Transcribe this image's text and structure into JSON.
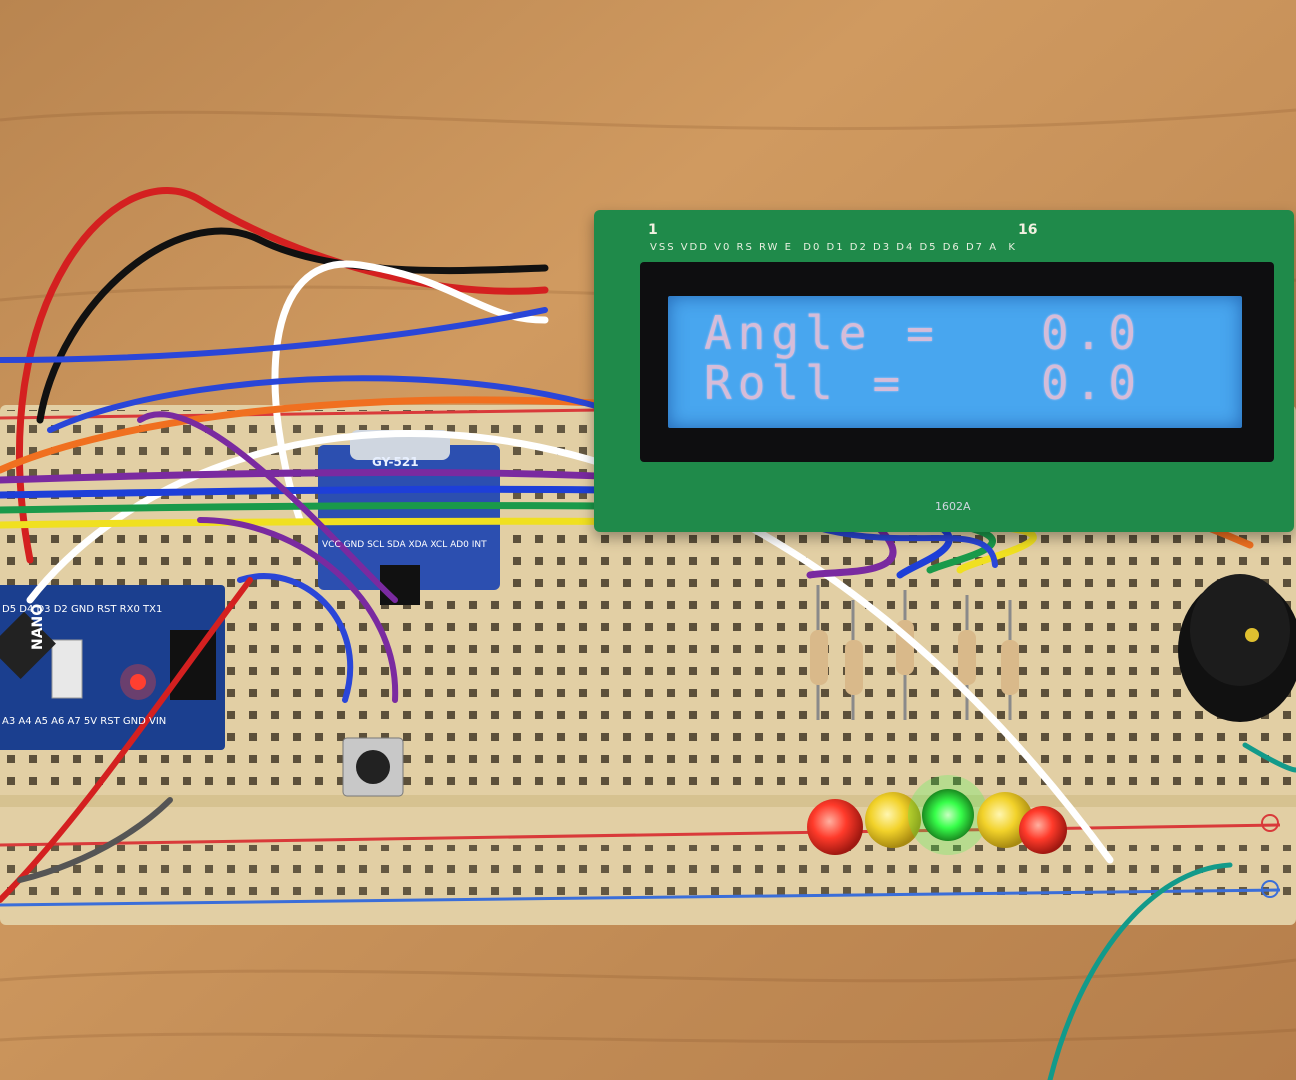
{
  "lcd": {
    "line1": "Angle =   0.0",
    "line2": "Roll =    0.0",
    "pin_labels": "VSS VDD V0 RS RW E  D0 D1 D2 D3 D4 D5 D6 D7 A  K",
    "pin_first": "1",
    "pin_last": "16",
    "backlight_color": "#48a6ef",
    "text_color": "#d6bcd8"
  },
  "board": {
    "name": "NANO",
    "pin_row_top": "D5 D4 D3 D2 GND RST RX0 TX1",
    "pin_row_bottom": "A3 A4 A5 A6 A7 5V RST GND VIN",
    "color": "#1b3f8f"
  },
  "sensor_module": {
    "label": "GY-521",
    "pins": "VCC GND SCL SDA XDA XCL AD0 INT",
    "color": "#2c4fb0"
  },
  "chip_marking": "1602A",
  "leds": [
    {
      "color": "red",
      "hex": "#ff3a2a",
      "lit": false
    },
    {
      "color": "yellow",
      "hex": "#f2d22a",
      "lit": false
    },
    {
      "color": "green",
      "hex": "#37ff4a",
      "lit": true
    },
    {
      "color": "yellow",
      "hex": "#f2d22a",
      "lit": false
    },
    {
      "color": "red",
      "hex": "#ff3a2a",
      "lit": false
    }
  ],
  "colors": {
    "desk": "#c8945a",
    "breadboard": "#e2cfa4",
    "pcb": "#1f8a4a",
    "rail_red": "#d93a3a",
    "rail_blue": "#3a6ed9"
  }
}
